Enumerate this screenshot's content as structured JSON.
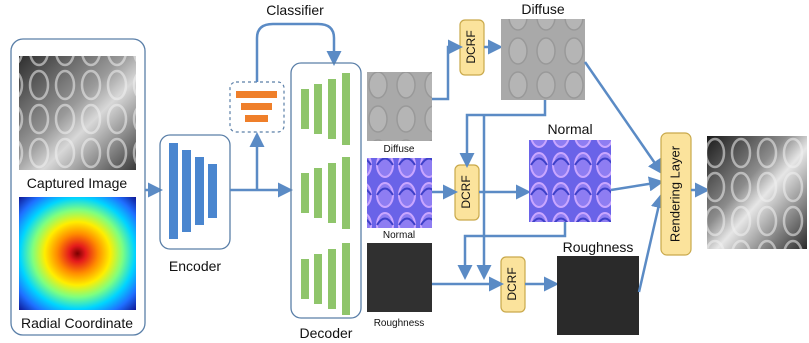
{
  "labels": {
    "captured_image": "Captured Image",
    "radial_coordinate": "Radial Coordinate",
    "encoder": "Encoder",
    "classifier": "Classifier",
    "decoder": "Decoder",
    "diffuse_small": "Diffuse",
    "normal_small": "Normal",
    "roughness_small": "Roughness",
    "dcrf": "DCRF",
    "diffuse": "Diffuse",
    "normal": "Normal",
    "roughness": "Roughness",
    "rendering_layer": "Rendering Layer"
  },
  "colors": {
    "arrow": "#5b8bc5",
    "encoder_bar": "#4a86cf",
    "decoder_bar": "#8fc56b",
    "classifier_bar": "#ef7f2a",
    "dcrf_fill": "#fbe39c",
    "dcrf_stroke": "#c9a94b",
    "panel_stroke": "#5a7fa8"
  }
}
